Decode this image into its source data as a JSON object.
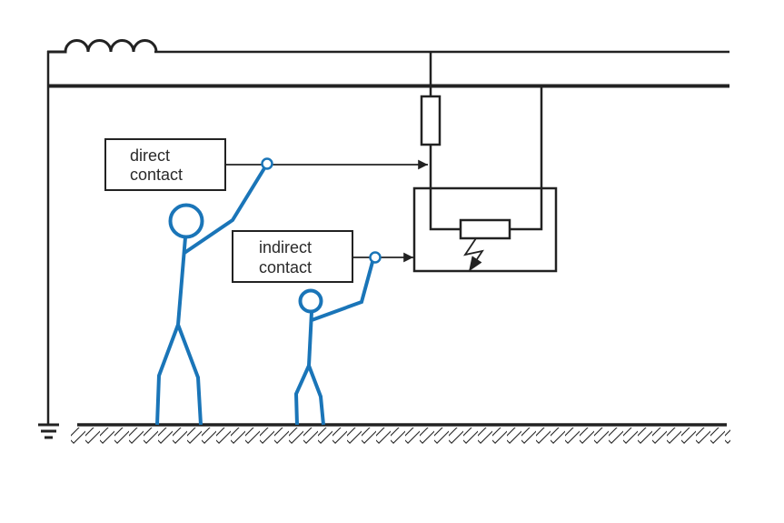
{
  "diagram": {
    "type": "electrical-shock-contact-types",
    "colors": {
      "wire": "#222222",
      "person": "#1a75b8",
      "background": "#ffffff"
    },
    "labels": {
      "direct_contact": [
        "direct",
        "contact"
      ],
      "indirect_contact": [
        "indirect",
        "contact"
      ]
    },
    "components": [
      {
        "name": "inductor-coil",
        "turns": 4
      },
      {
        "name": "supply-line-top"
      },
      {
        "name": "supply-line-bottom"
      },
      {
        "name": "series-resistor"
      },
      {
        "name": "load-resistor"
      },
      {
        "name": "equipment-enclosure"
      },
      {
        "name": "insulation-fault-lightning"
      },
      {
        "name": "earth-ground-symbol"
      },
      {
        "name": "ground-hatch"
      }
    ],
    "figures": [
      {
        "name": "person-direct-contact",
        "touches": "live-conductor"
      },
      {
        "name": "person-indirect-contact",
        "touches": "enclosure"
      }
    ]
  }
}
